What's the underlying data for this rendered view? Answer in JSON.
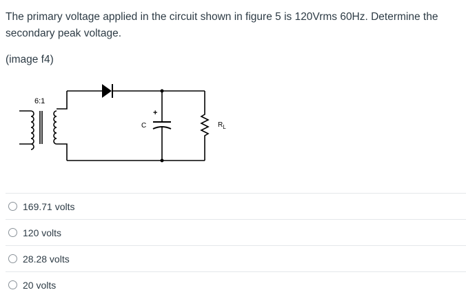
{
  "question": {
    "text": "The primary voltage applied in the circuit shown in figure 5 is 120Vrms 60Hz. Determine the secondary peak voltage.",
    "image_ref": "(image f4)"
  },
  "circuit": {
    "ratio_label": "6:1",
    "capacitor_label": "C",
    "polarity_label": "+",
    "resistor_label": "R",
    "resistor_subscript": "L"
  },
  "answers": [
    {
      "label": "169.71 volts"
    },
    {
      "label": "120 volts"
    },
    {
      "label": "28.28 volts"
    },
    {
      "label": "20 volts"
    }
  ]
}
